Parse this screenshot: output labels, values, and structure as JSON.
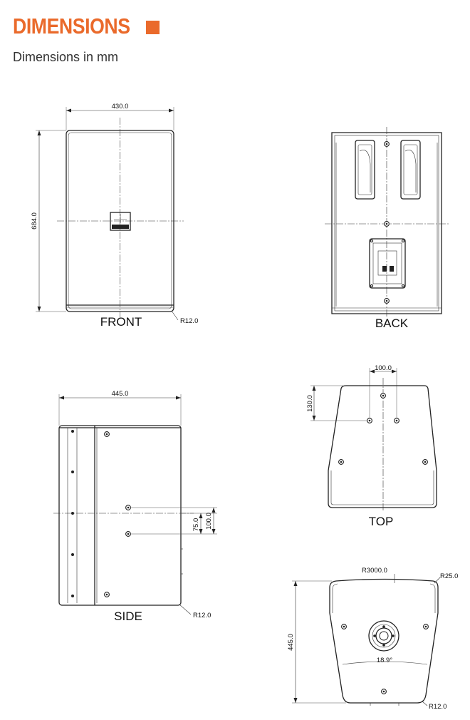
{
  "header": {
    "title": "DIMENSIONS",
    "subtitle": "Dimensions in mm",
    "accent_color": "#ea6a2b"
  },
  "views": {
    "front": {
      "label": "FRONT",
      "width": "430.0",
      "height": "684.0",
      "radius": "R12.0"
    },
    "back": {
      "label": "BACK"
    },
    "side": {
      "label": "SIDE",
      "depth": "445.0",
      "offset_a": "75.0",
      "offset_b": "100.0",
      "radius": "R12.0"
    },
    "top": {
      "label": "TOP",
      "spacing": "100.0",
      "depth": "130.0"
    },
    "bottom": {
      "radius_large": "R3000.0",
      "radius_corner": "R25.0",
      "depth": "445.0",
      "angle": "18.9°",
      "radius": "R12.0"
    }
  }
}
